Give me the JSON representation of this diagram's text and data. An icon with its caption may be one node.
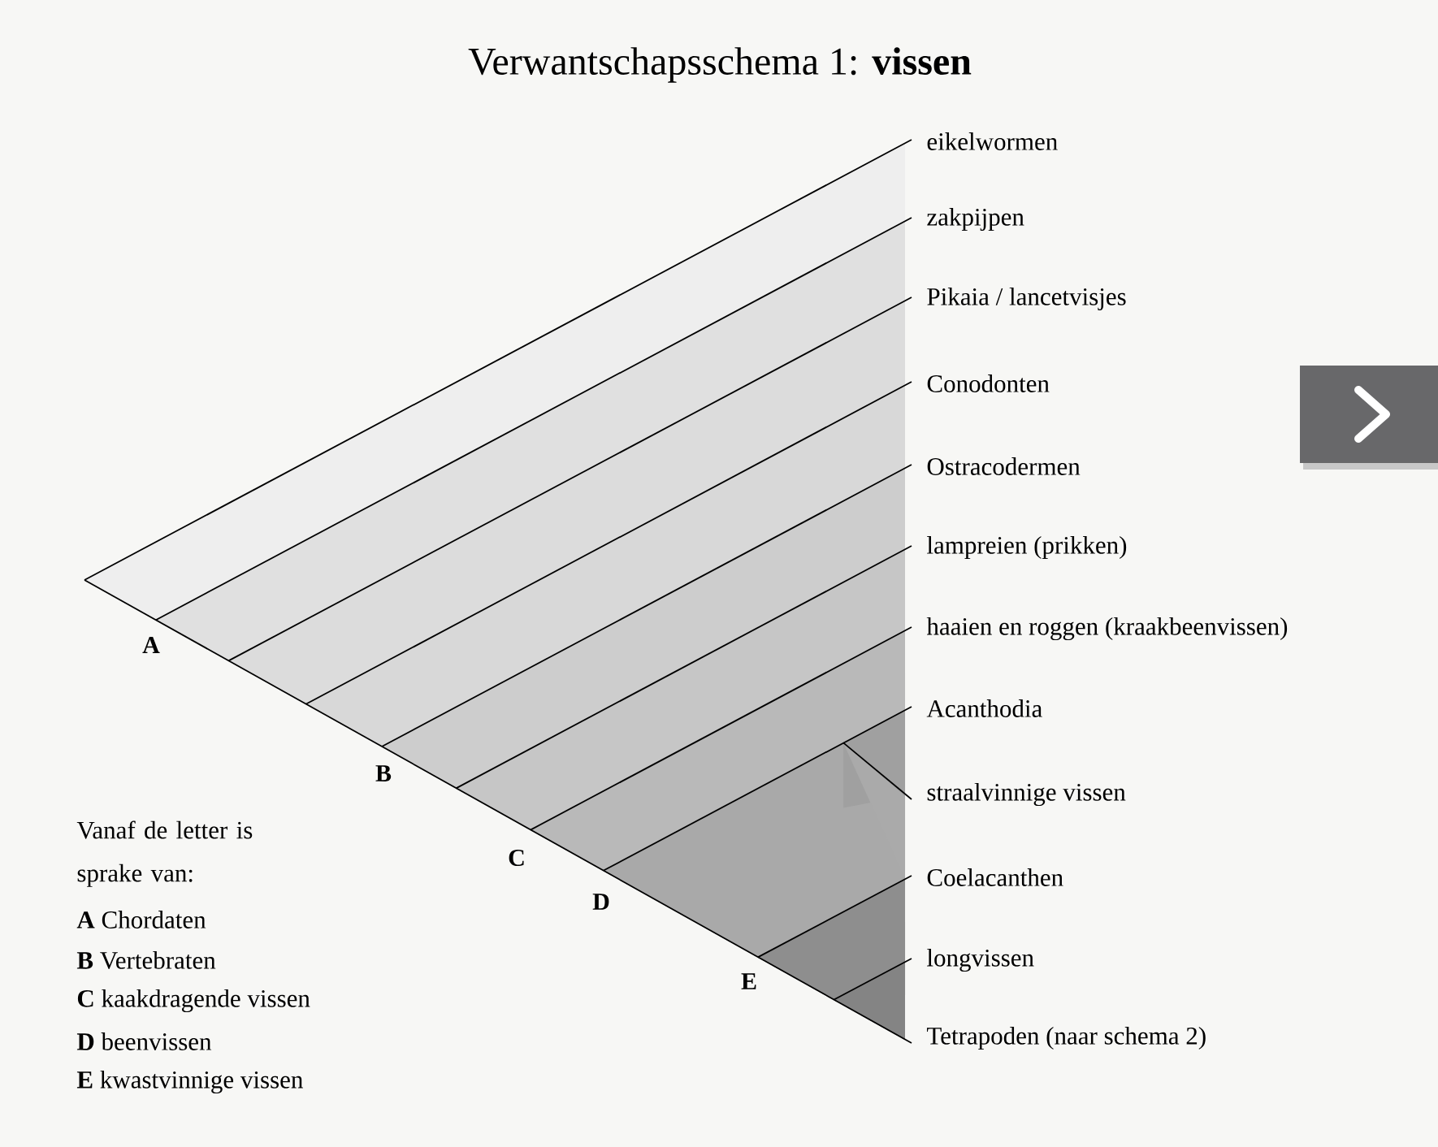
{
  "diagram": {
    "title": "Verwantschapsschema 1: **vissen**",
    "labels": [
      "eikelwormen",
      "zakpijpen",
      "Pikaia / lancetvisjes",
      "Conodonten",
      "Ostracodermen",
      "lampreien (prikken)",
      "haaien en roggen (kraakbeenvissen)",
      "Acanthodia",
      "straalvinnige vissen",
      "Coelacanthen",
      "longvissen",
      "Tetrapoden (naar schema 2)",
      "A",
      "B",
      "C",
      "D",
      "E",
      "Vanaf de letter is sprake van:",
      "**A** Chordaten",
      "**B** Vertebraten",
      "**C** kaakdragende vissen",
      "**D** beenvissen",
      "**E** kwastvinnige vissen"
    ]
  }
}
